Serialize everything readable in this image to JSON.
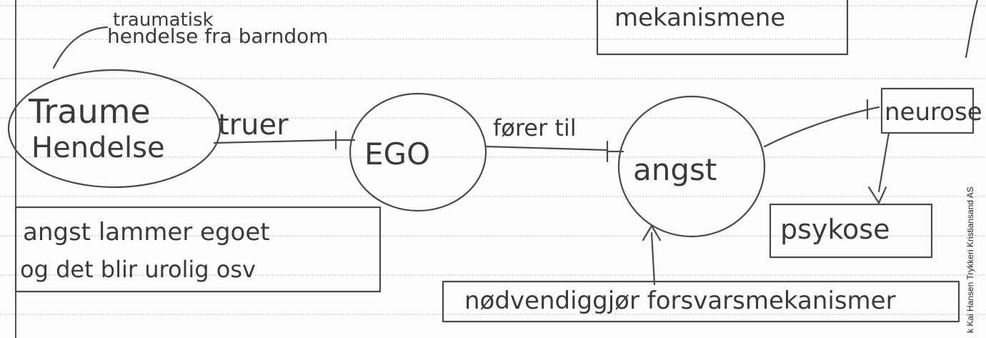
{
  "diagram": {
    "note_top": {
      "line1": "traumatisk",
      "line2": "hendelse fra barndom"
    },
    "box_top_right": "mekanismene",
    "nodes": {
      "trauma_line1": "Traume",
      "trauma_line2": "Hendelse",
      "ego": "EGO",
      "angst": "angst",
      "neurose": "neurose",
      "psykose": "psykose"
    },
    "edges": {
      "trauma_to_ego": "truer",
      "ego_to_angst": "fører til"
    },
    "note_box": {
      "line1": "angst lammer egoet",
      "line2": "og det blir urolig osv"
    },
    "bottom_box": "nødvendiggjør forsvarsmekanismer"
  },
  "imprint": "k Kai Hansen Trykkeri Kristiansand AS"
}
